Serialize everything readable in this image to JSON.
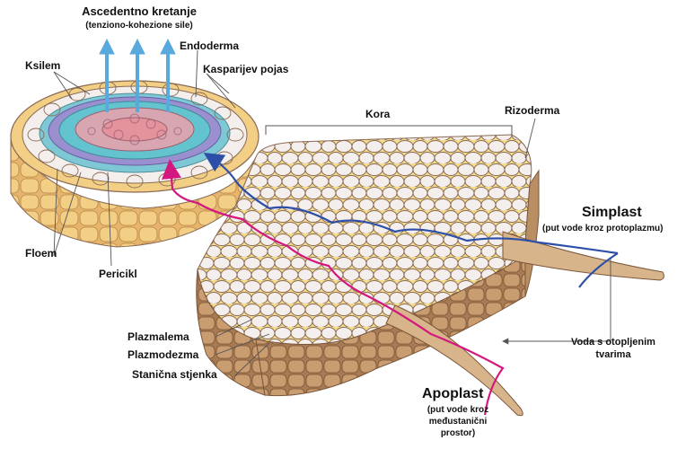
{
  "colors": {
    "background": "#ffffff",
    "cell_fill": "#f4efec",
    "cell_stroke": "#8a6a56",
    "intercellular": "#f3dc8a",
    "outer_cells": "#f2cf84",
    "outer_cells_dark": "#d9a95a",
    "cut_face": "#b98e63",
    "xylem": "#d8a6b0",
    "phloem": "#9a8fcf",
    "stele_teal": "#63c3cf",
    "endodermis": "#7ec7d4",
    "symplast_path": "#2c4fa8",
    "apoplast_path": "#d4177f",
    "arrow": "#5aa9dc",
    "leader_line": "#555555"
  },
  "labels": {
    "ascending_title": "Ascedentno kretanje",
    "ascending_sub": "(tenziono-kohezione sile)",
    "endoderm": "Endoderma",
    "casparian": "Kasparijev pojas",
    "xylem": "Ksilem",
    "phloem": "Floem",
    "pericycle": "Pericikl",
    "cortex": "Kora",
    "rhizoderm": "Rizoderma",
    "symplast_title": "Simplast",
    "symplast_sub": "(put vode kroz protoplazmu)",
    "water": [
      "Voda s otopljenim",
      "tvarima"
    ],
    "apoplast_title": "Apoplast",
    "apoplast_sub": [
      "(put vode kroz",
      "međustanični",
      "prostor)"
    ],
    "plasmalemma": "Plazmalema",
    "plasmodesma": "Plazmodezma",
    "cell_wall": "Stanična stjenka"
  },
  "icons": {
    "ascending_arrows": "up-arrow-icon",
    "symplast_path": "blue-path-line",
    "apoplast_path": "magenta-path-line"
  }
}
